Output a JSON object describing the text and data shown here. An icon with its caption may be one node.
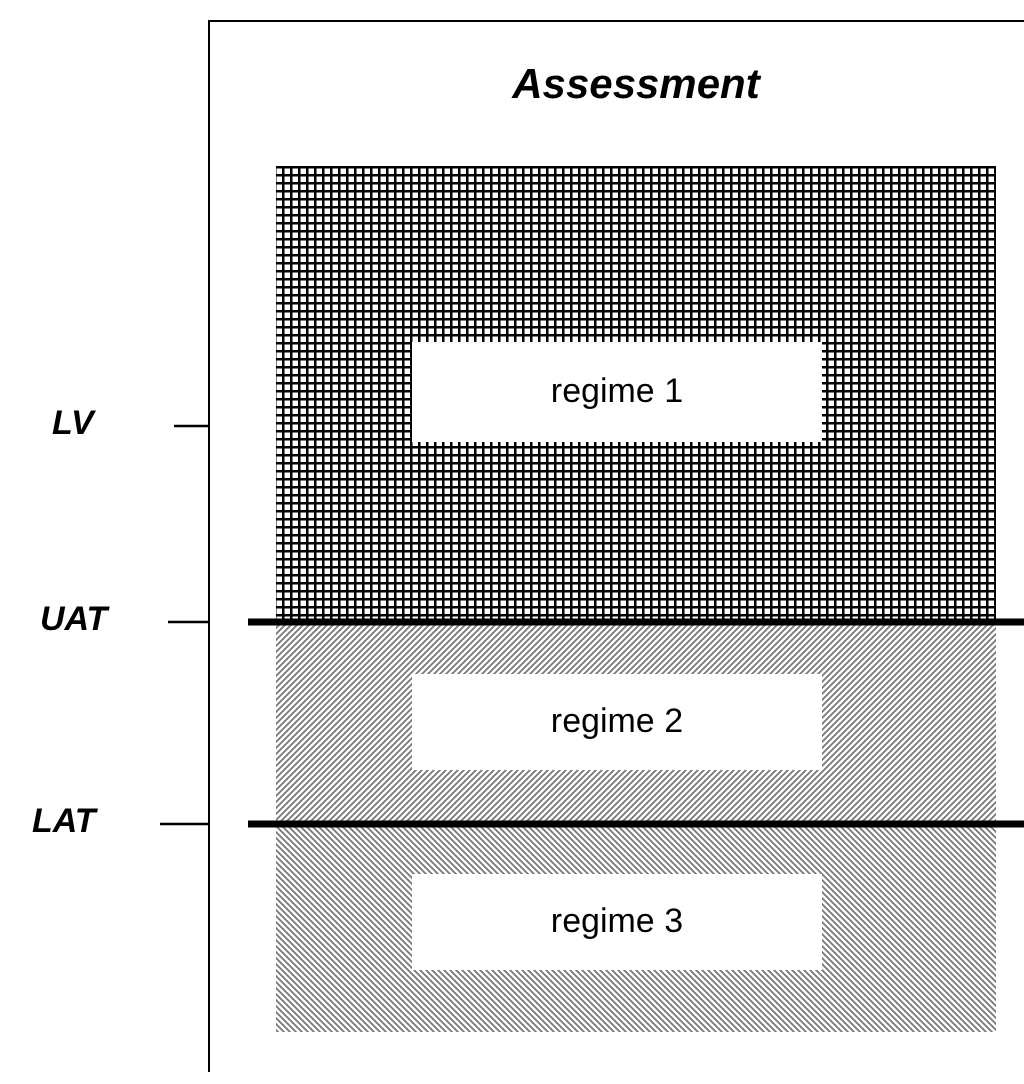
{
  "diagram": {
    "nodes": [
      {
        "text": [
          "Assessment"
        ]
      },
      {
        "text": [
          "regime 1"
        ],
        "in": 0
      },
      {
        "text": [
          "regime 2"
        ],
        "in": 0
      },
      {
        "text": [
          "regime 3"
        ],
        "in": 0
      }
    ],
    "labels": [
      "LV",
      "UAT",
      "LAT"
    ]
  }
}
